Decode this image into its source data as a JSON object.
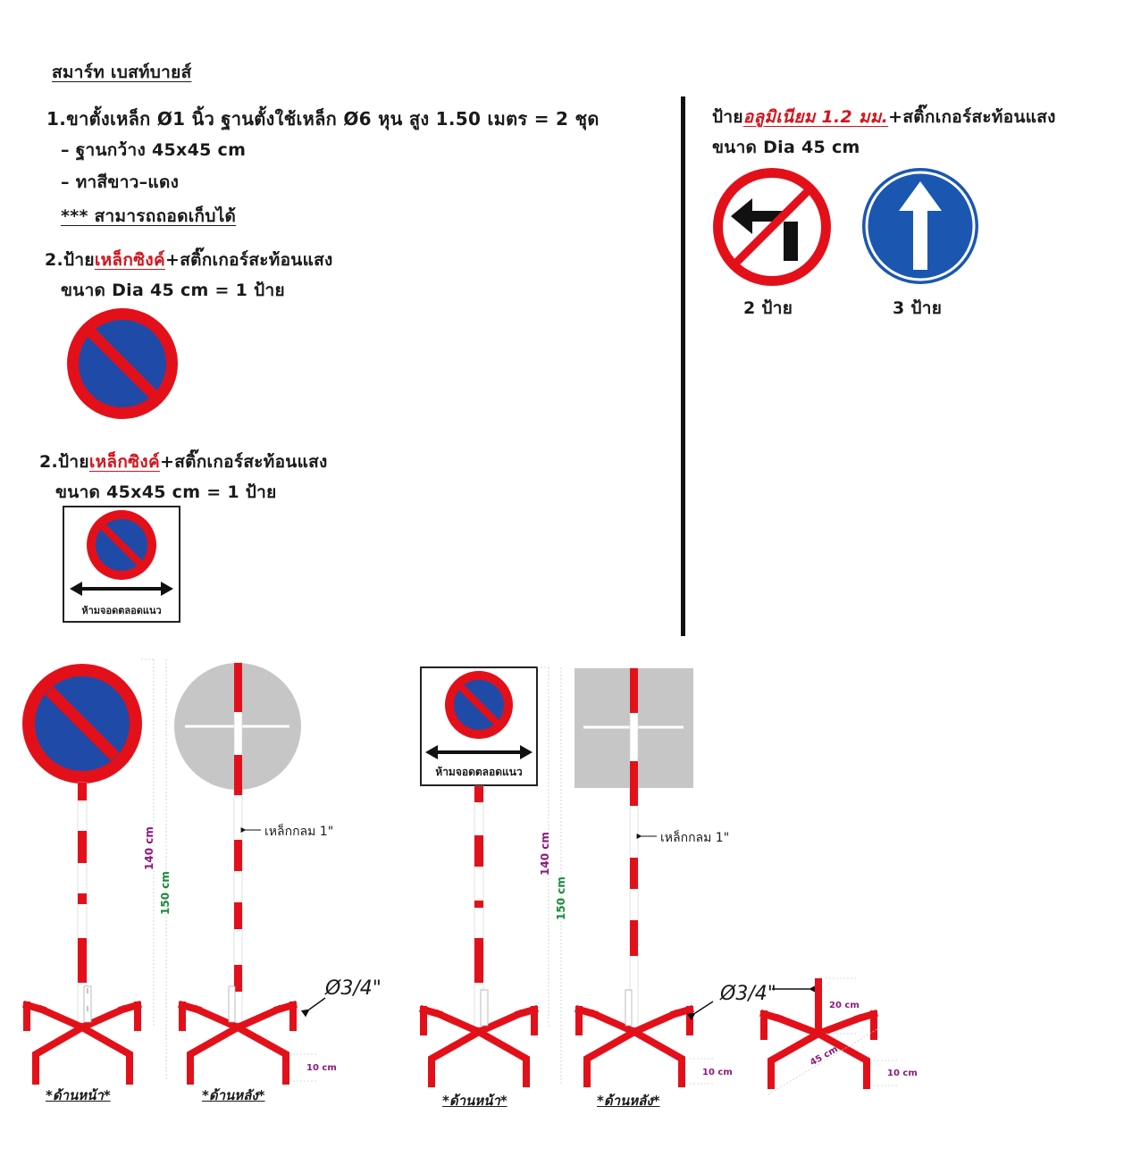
{
  "company": "สมาร์ท เบสท์บายส์",
  "item1": {
    "title": "1.ขาตั้งเหล็ก Ø1 นิ้ว ฐานตั้งใช้เหล็ก Ø6 หุน สูง 1.50 เมตร = 2 ชุด",
    "bullets": [
      "– ฐานกว้าง 45x45 cm",
      "– ทาสีขาว–แดง"
    ],
    "note": "*** สามารถถอดเก็บได้"
  },
  "item2a": {
    "prefix": "2.ป้าย",
    "material": "เหล็กซิงค์",
    "suffix": "+สติ๊กเกอร์สะท้อนแสง",
    "size": "ขนาด Dia 45 cm = 1 ป้าย"
  },
  "item2b": {
    "prefix": "2.ป้าย",
    "material": "เหล็กซิงค์",
    "suffix": "+สติ๊กเกอร์สะท้อนแสง",
    "size": "ขนาด 45x45 cm = 1 ป้าย",
    "sign_text": "ห้ามจอดตลอดแนว"
  },
  "item3": {
    "prefix": "ป้าย",
    "material": "อลูมิเนียม 1.2 มม.",
    "suffix": "+สติ๊กเกอร์สะท้อนแสง",
    "size": "ขนาด Dia 45 cm",
    "sign1_qty": "2 ป้าย",
    "sign2_qty": "3 ป้าย"
  },
  "drawings": {
    "front_caption": "*ด้านหน้า*",
    "back_caption": "*ด้านหลัง*",
    "pipe_label": "เหล็กกลม 1\"",
    "dim_140": "140 cm",
    "dim_150": "150 cm",
    "dim_10": "10 cm",
    "dim_20": "20 cm",
    "dim_45": "45 cm",
    "dia_label": "Ø3/4\"",
    "sign_text": "ห้ามจอดตลอดแนว"
  },
  "colors": {
    "red": "#e3101a",
    "blue": "#1f4aa8",
    "sign_blue": "#1b57b0",
    "back_gray": "#c6c6c6"
  }
}
